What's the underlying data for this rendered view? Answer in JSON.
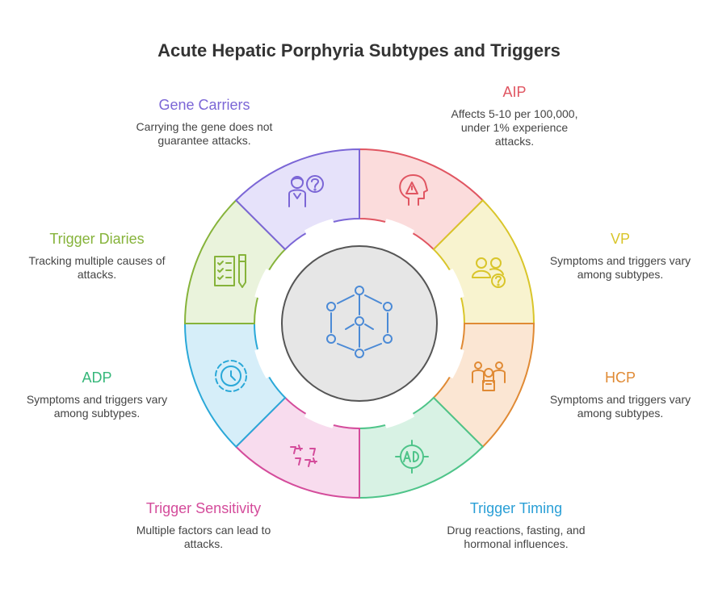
{
  "title": "Acute Hepatic Porphyria Subtypes and Triggers",
  "segments": [
    {
      "id": "aip",
      "heading": "AIP",
      "description": "Affects 5-10 per 100,000, under 1% experience attacks.",
      "color": "#e05561",
      "fill": "#fbdcdc",
      "icon": "warning-head-icon"
    },
    {
      "id": "vp",
      "heading": "VP",
      "description": "Symptoms and triggers vary among subtypes.",
      "color": "#d9c52a",
      "fill": "#f8f3cf",
      "icon": "people-question-icon"
    },
    {
      "id": "hcp",
      "heading": "HCP",
      "description": "Symptoms and triggers vary among subtypes.",
      "color": "#e08a34",
      "fill": "#fbe6d3",
      "icon": "family-icon"
    },
    {
      "id": "trigger-timing",
      "heading": "Trigger Timing",
      "description": "Drug reactions, fasting, and hormonal influences.",
      "color": "#2a9fd6",
      "fill": "#d8f2e4",
      "ring": "#4ec489",
      "icon": "ad-target-icon"
    },
    {
      "id": "trigger-sensitivity",
      "heading": "Trigger Sensitivity",
      "description": "Multiple factors can lead to attacks.",
      "color": "#d44c9b",
      "fill": "#f8dcee",
      "icon": "steps-icon"
    },
    {
      "id": "adp",
      "heading": "ADP",
      "description": "Symptoms and triggers vary among subtypes.",
      "color": "#36b77a",
      "fill": "#d6eef9",
      "ring": "#2aa8d8",
      "icon": "clock-icon"
    },
    {
      "id": "trigger-diaries",
      "heading": "Trigger Diaries",
      "description": "Tracking multiple causes of attacks.",
      "color": "#86b33a",
      "fill": "#eaf3dc",
      "icon": "checklist-icon"
    },
    {
      "id": "gene-carriers",
      "heading": "Gene Carriers",
      "description": "Carrying the gene does not guarantee attacks.",
      "color": "#7b66d6",
      "fill": "#e6e2fa",
      "icon": "person-question-icon"
    }
  ],
  "center": {
    "icon": "network-icon",
    "color": "#4b8ad6",
    "fill": "#e6e6e6"
  }
}
